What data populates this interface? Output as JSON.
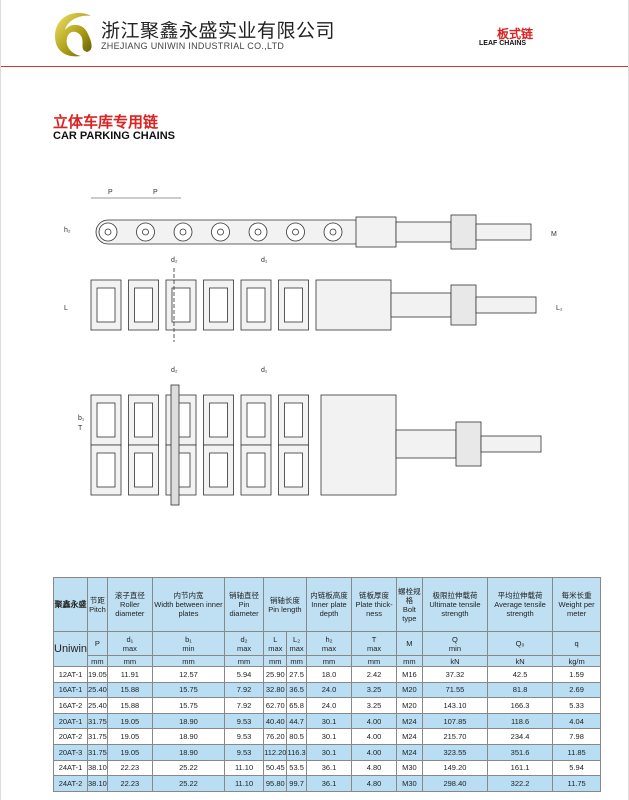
{
  "header": {
    "company_cn": "浙江聚鑫永盛实业有限公司",
    "company_en": "ZHEJIANG UNIWIN  INDUSTRIAL CO.,LTD",
    "category_cn": "板式链",
    "category_en": "LEAF CHAINS"
  },
  "title": {
    "cn": "立体车库专用链",
    "en": "CAR PARKING CHAINS"
  },
  "drawing_labels": {
    "p": "P",
    "h2": "h₂",
    "m": "M",
    "d2": "d₂",
    "d1": "d₁",
    "b1": "b₁",
    "t": "T",
    "l": "L",
    "l2": "L₂"
  },
  "table": {
    "brand_cn": "聚鑫永盛",
    "brand_en": "Uniwin",
    "columns": [
      {
        "cn": "节距",
        "en": "Pitch",
        "sym": "P",
        "unit": "mm"
      },
      {
        "cn": "滚子直径",
        "en": "Roller diameter",
        "sym": "d₁",
        "sub": "max",
        "unit": "mm"
      },
      {
        "cn": "内节内宽",
        "en": "Width between inner plates",
        "sym": "b₁",
        "sub": "min",
        "unit": "mm"
      },
      {
        "cn": "销轴直径",
        "en": "Pin diameter",
        "sym": "d₂",
        "sub": "max",
        "unit": "mm"
      },
      {
        "cn": "销轴长度",
        "en": "Pin length",
        "sym": "L",
        "sub": "max",
        "unit": "mm",
        "sym2": "L₂",
        "sub2": "max",
        "unit2": "mm"
      },
      {
        "cn": "内链板高度",
        "en": "Inner plate depth",
        "sym": "h₂",
        "sub": "max",
        "unit": "mm"
      },
      {
        "cn": "链板厚度",
        "en": "Plate thick- ness",
        "sym": "T",
        "sub": "max",
        "unit": "mm"
      },
      {
        "cn": "螺栓规格",
        "en": "Bolt type",
        "sym": "M",
        "unit": "mm"
      },
      {
        "cn": "极限拉伸载荷",
        "en": "Ultimate tensile strength",
        "sym": "Q",
        "sub": "min",
        "unit": "kN"
      },
      {
        "cn": "平均拉伸载荷",
        "en": "Average tensile strength",
        "sym": "Q₀",
        "unit": "kN"
      },
      {
        "cn": "每米长重",
        "en": "Weight per meter",
        "sym": "q",
        "unit": "kg/m"
      }
    ],
    "rows": [
      [
        "12AT-1",
        "19.05",
        "11.91",
        "12.57",
        "5.94",
        "25.90",
        "27.5",
        "18.0",
        "2.42",
        "M16",
        "37.32",
        "42.5",
        "1.59"
      ],
      [
        "16AT-1",
        "25.40",
        "15.88",
        "15.75",
        "7.92",
        "32.80",
        "36.5",
        "24.0",
        "3.25",
        "M20",
        "71.55",
        "81.8",
        "2.69"
      ],
      [
        "16AT-2",
        "25.40",
        "15.88",
        "15.75",
        "7.92",
        "62.70",
        "65.8",
        "24.0",
        "3.25",
        "M20",
        "143.10",
        "166.3",
        "5.33"
      ],
      [
        "20AT-1",
        "31.75",
        "19.05",
        "18.90",
        "9.53",
        "40.40",
        "44.7",
        "30.1",
        "4.00",
        "M24",
        "107.85",
        "118.6",
        "4.04"
      ],
      [
        "20AT-2",
        "31.75",
        "19.05",
        "18.90",
        "9.53",
        "76.20",
        "80.5",
        "30.1",
        "4.00",
        "M24",
        "215.70",
        "234.4",
        "7.98"
      ],
      [
        "20AT-3",
        "31.75",
        "19.05",
        "18.90",
        "9.53",
        "112.20",
        "116.3",
        "30.1",
        "4.00",
        "M24",
        "323.55",
        "351.6",
        "11.85"
      ],
      [
        "24AT-1",
        "38.10",
        "22.23",
        "25.22",
        "11.10",
        "50.45",
        "53.5",
        "36.1",
        "4.80",
        "M30",
        "149.20",
        "161.1",
        "5.94"
      ],
      [
        "24AT-2",
        "38.10",
        "22.23",
        "25.22",
        "11.10",
        "95.80",
        "99.7",
        "36.1",
        "4.80",
        "M30",
        "298.40",
        "322.2",
        "11.75"
      ]
    ]
  },
  "colors": {
    "accent": "#d22222",
    "table_header": "#bfe0f2",
    "table_alt": "#b9def3"
  }
}
